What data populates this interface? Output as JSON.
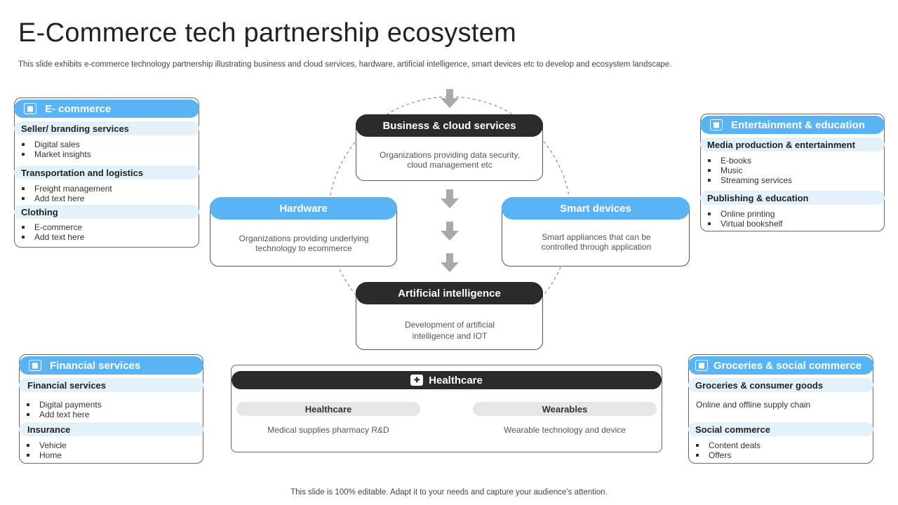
{
  "title": "E-Commerce tech partnership ecosystem",
  "subtitle": "This slide exhibits e-commerce technology partnership illustrating business and cloud services, hardware, artificial intelligence, smart devices etc to develop and ecosystem landscape.",
  "footer": "This slide is 100% editable. Adapt it to your needs and capture your audience’s attention.",
  "colors": {
    "accent": "#5ab4f3",
    "dark": "#2b2b2b",
    "light": "#e3f1fb",
    "grey": "#e6e6e6"
  },
  "ecommerce": {
    "title": "E- commerce",
    "icon": "cart-icon",
    "groups": [
      {
        "heading": "Seller/ branding services",
        "items": [
          "Digital sales",
          "Market insights"
        ]
      },
      {
        "heading": "Transportation  and logistics",
        "items": [
          "Freight management",
          "Add text here"
        ]
      },
      {
        "heading": "Clothing",
        "items": [
          "E-commerce",
          "Add text here"
        ]
      }
    ]
  },
  "entertainment": {
    "title": "Entertainment & education",
    "icon": "media-icon",
    "groups": [
      {
        "heading": "Media production & entertainment",
        "items": [
          "E-books",
          "Music",
          "Streaming services"
        ]
      },
      {
        "heading": "Publishing & education",
        "items": [
          "Online printing",
          "Virtual bookshelf"
        ]
      }
    ]
  },
  "financial": {
    "title": "Financial services",
    "icon": "calendar-icon",
    "groups": [
      {
        "heading": "Financial services",
        "items": [
          "Digital payments",
          "Add text here"
        ]
      },
      {
        "heading": "Insurance",
        "items": [
          "Vehicle",
          "Home"
        ]
      }
    ]
  },
  "groceries": {
    "title": "Groceries & social commerce",
    "icon": "chart-icon",
    "groups": [
      {
        "heading": "Groceries & consumer goods",
        "text": "Online and offline supply chain"
      },
      {
        "heading": "Social commerce",
        "items": [
          "Content deals",
          "Offers"
        ]
      }
    ]
  },
  "center": {
    "business": {
      "title": "Business & cloud services",
      "desc": "Organizations providing data security, cloud management etc"
    },
    "hardware": {
      "title": "Hardware",
      "desc": "Organizations providing underlying technology to ecommerce"
    },
    "smart": {
      "title": "Smart devices",
      "desc": "Smart appliances that can be controlled through application"
    },
    "ai": {
      "title": "Artificial intelligence",
      "desc": "Development  of artificial intelligence  and IOT"
    }
  },
  "healthcare": {
    "title": "Healthcare",
    "icon": "health-icon",
    "columns": [
      {
        "heading": "Healthcare",
        "text": "Medical supplies pharmacy R&D"
      },
      {
        "heading": "Wearables",
        "text": "Wearable technology and device"
      }
    ]
  }
}
